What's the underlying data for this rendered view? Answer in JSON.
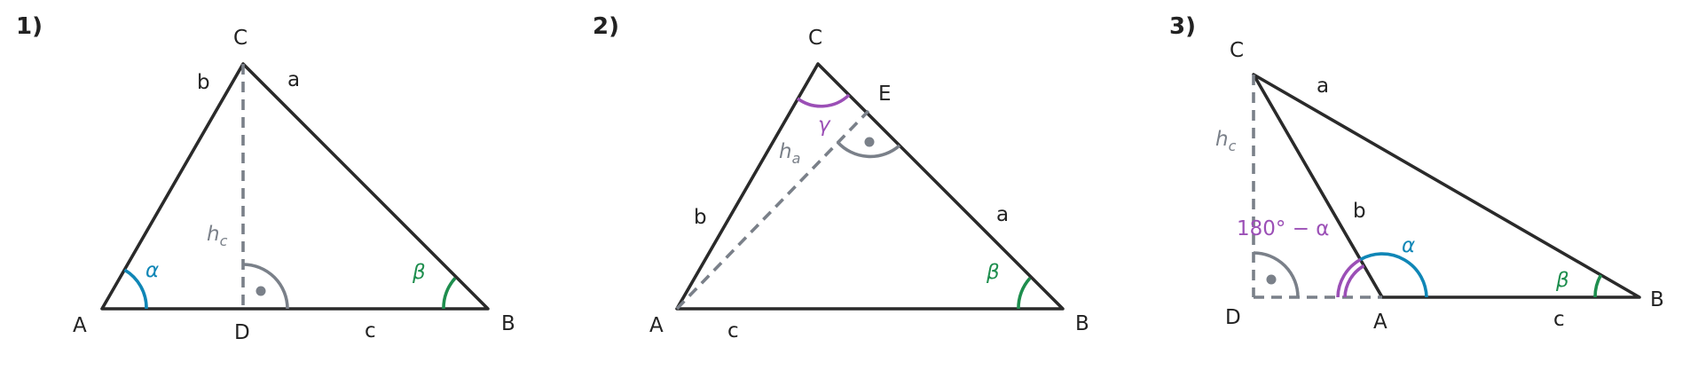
{
  "colors": {
    "side": "#2a2a2a",
    "height": "#7a8089",
    "alpha": "#0f86b6",
    "beta": "#1e8e4e",
    "gamma": "#9b4fb6"
  },
  "panels": [
    {
      "number": "1)",
      "vertices": {
        "A": "A",
        "B": "B",
        "C": "C",
        "D": "D"
      },
      "sides": {
        "a": "a",
        "b": "b",
        "c": "c"
      },
      "height": {
        "main": "h",
        "sub": "c"
      },
      "angles": {
        "alpha": "α",
        "beta": "β"
      }
    },
    {
      "number": "2)",
      "vertices": {
        "A": "A",
        "B": "B",
        "C": "C",
        "E": "E"
      },
      "sides": {
        "a": "a",
        "b": "b",
        "c": "c"
      },
      "height": {
        "main": "h",
        "sub": "a"
      },
      "angles": {
        "beta": "β",
        "gamma": "γ"
      }
    },
    {
      "number": "3)",
      "vertices": {
        "A": "A",
        "B": "B",
        "C": "C",
        "D": "D"
      },
      "sides": {
        "a": "a",
        "b": "b",
        "c": "c"
      },
      "height": {
        "main": "h",
        "sub": "c"
      },
      "angles": {
        "alpha": "α",
        "beta": "β",
        "supplement": "180° − α"
      }
    }
  ]
}
